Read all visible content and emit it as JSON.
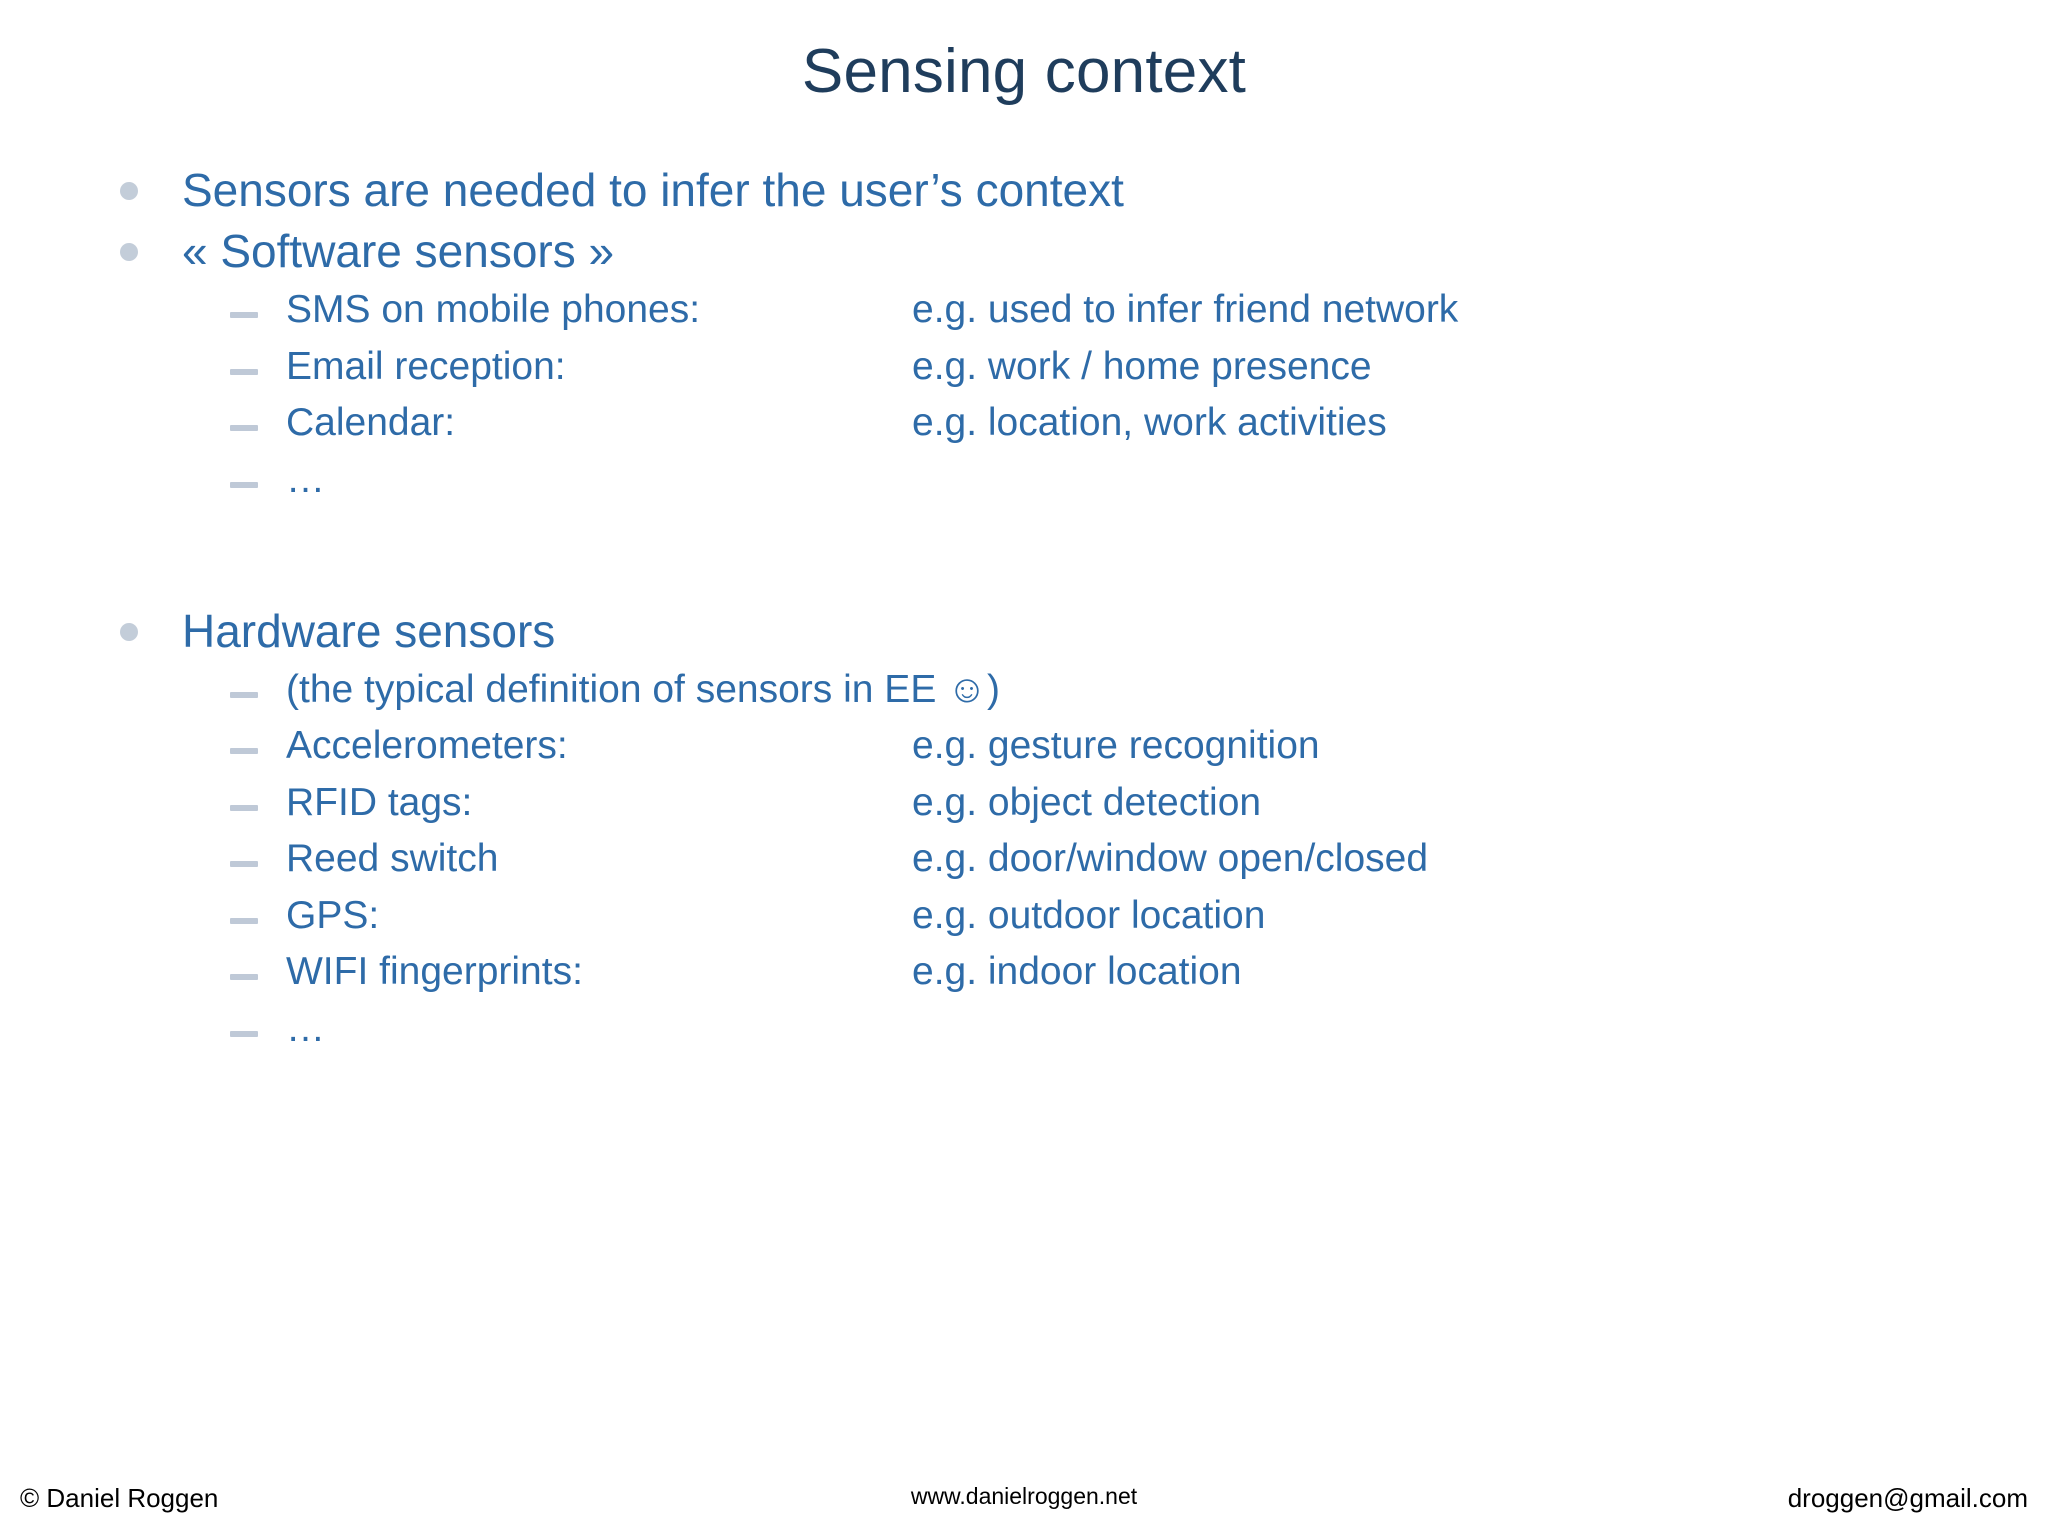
{
  "slide": {
    "title": "Sensing context",
    "colors": {
      "title": "#1f3d5c",
      "body": "#2e6ba8",
      "bullet": "#c3cdd9",
      "dash": "#bfc9d7",
      "footer": "#000000",
      "background": "#ffffff"
    },
    "blocks": [
      {
        "bullet_text": "Sensors are needed to infer the user’s context",
        "sub_items": []
      },
      {
        "bullet_text": "« Software sensors »",
        "sub_items": [
          {
            "label": "SMS on mobile phones:",
            "example": "e.g. used to infer friend network"
          },
          {
            "label": "Email reception:",
            "example": "e.g. work / home presence"
          },
          {
            "label": "Calendar:",
            "example": "e.g. location, work activities"
          },
          {
            "label": "…",
            "example": ""
          }
        ]
      },
      {
        "bullet_text": "Hardware sensors",
        "sub_items": [
          {
            "label": "(the typical definition of sensors in EE ☺)",
            "example": "",
            "wide": true
          },
          {
            "label": "Accelerometers:",
            "example": "e.g. gesture recognition"
          },
          {
            "label": "RFID tags:",
            "example": "e.g. object detection"
          },
          {
            "label": "Reed switch",
            "example": "e.g. door/window open/closed"
          },
          {
            "label": "GPS:",
            "example": "e.g. outdoor location"
          },
          {
            "label": "WIFI fingerprints:",
            "example": "e.g. indoor location"
          },
          {
            "label": "…",
            "example": ""
          }
        ]
      }
    ]
  },
  "footer": {
    "copyright": "© Daniel Roggen",
    "website": "www.danielroggen.net",
    "email": "droggen@gmail.com"
  }
}
